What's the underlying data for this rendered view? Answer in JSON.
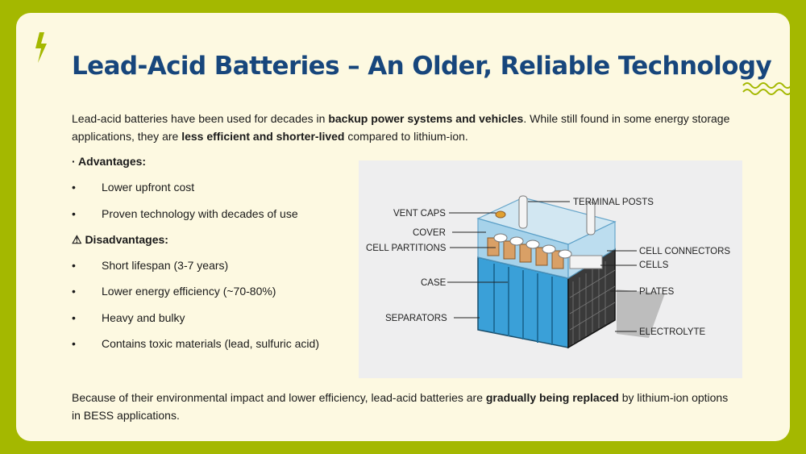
{
  "title": "Lead-Acid Batteries – An Older, Reliable Technology",
  "intro": {
    "p1": "Lead-acid batteries have been used for decades in ",
    "b1": "backup power systems and vehicles",
    "p2": ". While still found in some energy storage applications, they are ",
    "b2": "less efficient and shorter-lived",
    "p3": " compared to lithium-ion."
  },
  "advantages": {
    "heading": "· Advantages:",
    "items": [
      "Lower upfront cost",
      "Proven technology with decades of use"
    ]
  },
  "disadvantages": {
    "heading": "⚠ Disadvantages:",
    "items": [
      "Short lifespan (3-7 years)",
      "Lower energy efficiency (~70-80%)",
      "Heavy and bulky",
      "Contains toxic materials (lead, sulfuric acid)"
    ]
  },
  "bullet_char": "•",
  "outro": {
    "p1": "Because of their environmental impact and lower efficiency, lead-acid batteries are ",
    "b1": "gradually being replaced",
    "p2": " by lithium-ion options in BESS applications."
  },
  "diagram": {
    "labels": {
      "terminal_posts": "TERMINAL POSTS",
      "vent_caps": "VENT CAPS",
      "cover": "COVER",
      "cell_partitions": "CELL PARTITIONS",
      "case": "CASE",
      "separators": "SEPARATORS",
      "cell_connectors": "CELL CONNECTORS",
      "cells": "CELLS",
      "plates": "PLATES",
      "electrolyte": "ELECTROLYTE"
    }
  },
  "colors": {
    "frame": "#a4b800",
    "card": "#fdf9e1",
    "title": "#17467c",
    "accent": "#a4b800",
    "battery_blue": "#3aa0d8"
  }
}
